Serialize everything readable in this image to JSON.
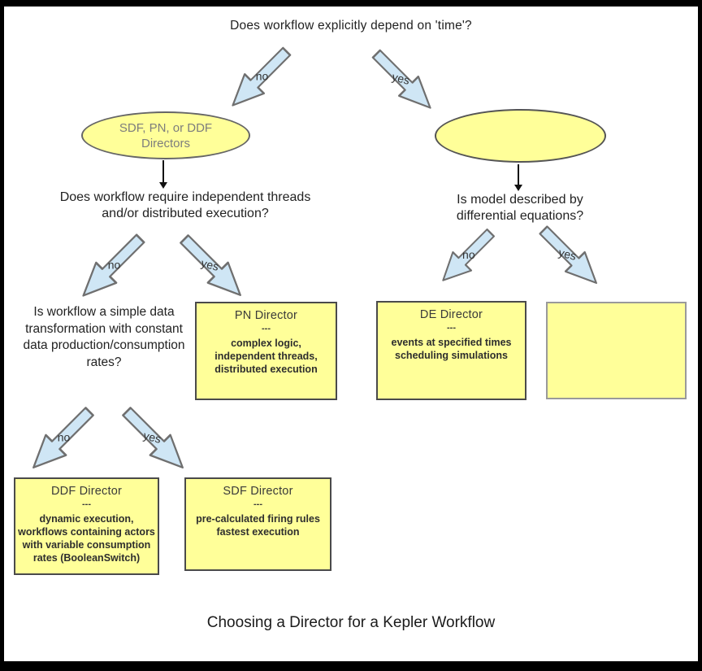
{
  "colors": {
    "node_fill": "#ffff99",
    "arrow_fill": "#cfe6f5",
    "arrow_stroke": "#6f6f6f",
    "box_border": "#4a4a4a",
    "empty_box_border": "#9a9a9a",
    "text": "#222222",
    "ellipse_text": "#7d7d7d"
  },
  "title": "Choosing a Director for a Kepler Workflow",
  "questions": {
    "root": "Does workflow explicitly depend on 'time'?",
    "threads": "Does workflow require independent threads\nand/or distributed execution?",
    "differential": "Is model described by\ndifferential equations?",
    "simple_data": "Is workflow a simple data\ntransformation with constant\ndata production/consumption\nrates?"
  },
  "ellipses": {
    "left": "SDF, PN, or DDF\nDirectors",
    "right": ""
  },
  "arrow_labels": {
    "no": "no",
    "yes": "yes"
  },
  "boxes": {
    "pn": {
      "title": "PN Director",
      "separator": "---",
      "body": "complex logic,\nindependent threads,\ndistributed execution"
    },
    "de": {
      "title": "DE Director",
      "separator": "---",
      "body": "events at specified times\nscheduling simulations"
    },
    "empty": {
      "title": "",
      "separator": "",
      "body": ""
    },
    "ddf": {
      "title": "DDF Director",
      "separator": "---",
      "body": "dynamic execution,\nworkflows containing actors\nwith variable consumption\nrates (BooleanSwitch)"
    },
    "sdf": {
      "title": "SDF Director",
      "separator": "---",
      "body": "pre-calculated firing rules\nfastest execution"
    }
  }
}
